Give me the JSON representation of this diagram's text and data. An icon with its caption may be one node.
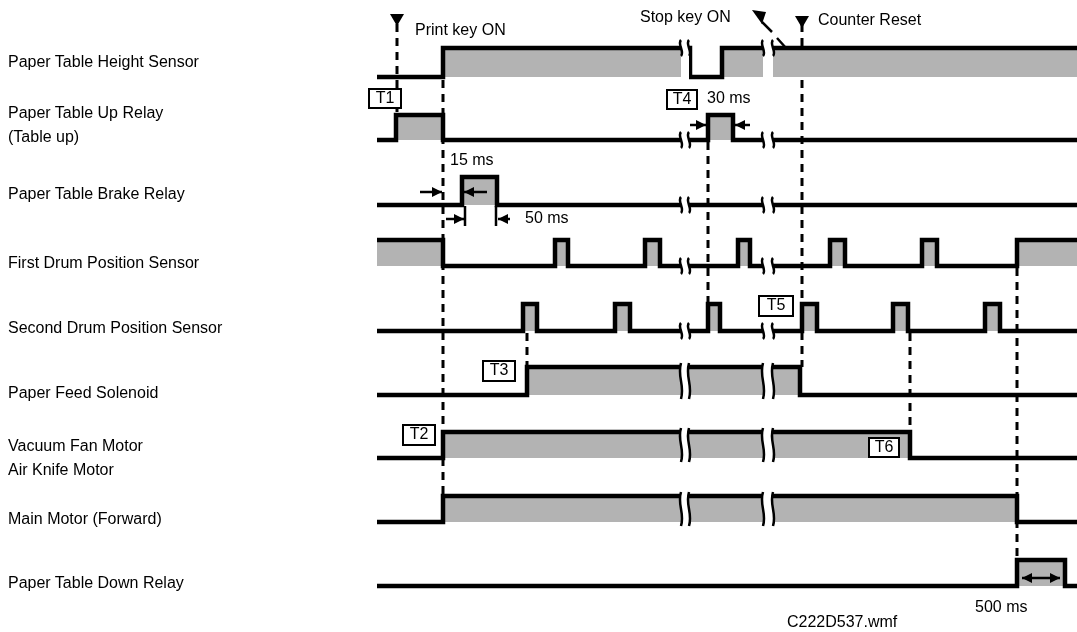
{
  "diagram": {
    "nodes": [
      {
        "text": [
          "T1"
        ]
      },
      {
        "text": [
          "T4"
        ]
      },
      {
        "text": [
          "T5"
        ]
      },
      {
        "text": [
          "T3"
        ]
      },
      {
        "text": [
          "T2"
        ]
      },
      {
        "text": [
          "T6"
        ]
      }
    ],
    "labels": [
      "Stop key ON",
      "Print key ON",
      "Counter Reset",
      "Paper Table Height Sensor",
      "Paper Table Up Relay (Table up)",
      "30 ms",
      "15 ms",
      "Paper Table Brake Relay",
      "50 ms",
      "First Drum Position Sensor",
      "Second Drum Position Sensor",
      "Paper Feed Solenoid",
      "Vacuum Fan Motor",
      "Air Knife Motor",
      "Main Motor (Forward)",
      "Paper Table Down Relay",
      "500 ms",
      "C222D537.wmf"
    ]
  }
}
